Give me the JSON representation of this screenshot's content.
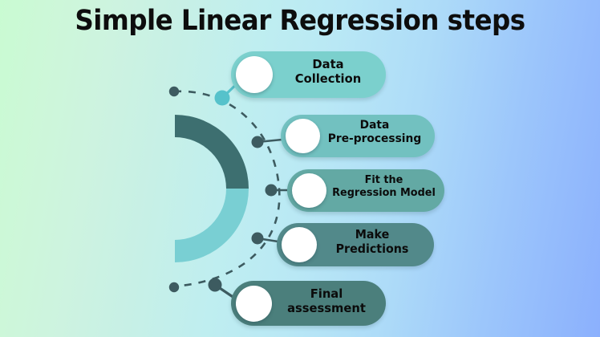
{
  "page": {
    "title": "Simple Linear Regression steps",
    "background": {
      "from": "#c9fbd2",
      "mid": "#b9e8f5",
      "to": "#8bb0fd"
    }
  },
  "diagram": {
    "type": "process-steps",
    "arc": {
      "name": "progress-arc",
      "dark_color": "#3d6f70",
      "light_color": "#79cfd3",
      "dark_portion_label": "upper-half",
      "light_portion_label": "lower-half"
    },
    "path": {
      "style": "dashed",
      "color": "#3d5b60",
      "node_color": "#3d5b60",
      "start_dot_color": "#3d5b60",
      "end_dot_color": "#3d5b60",
      "highlight_node_color": "#56c2cb"
    },
    "steps": [
      {
        "index": "1",
        "line1": "Data",
        "line2": "Collection",
        "color": "#7bd0cd",
        "bullet_color": "#ffffff"
      },
      {
        "index": "2",
        "line1": "Data",
        "line2": "Pre-processing",
        "color": "#72c1c0",
        "bullet_color": "#ffffff"
      },
      {
        "index": "3",
        "line1": "Fit the",
        "line2": "Regression Model",
        "color": "#63a9a4",
        "bullet_color": "#ffffff"
      },
      {
        "index": "4",
        "line1": "Make",
        "line2": "Predictions",
        "color": "#52898a",
        "bullet_color": "#ffffff"
      },
      {
        "index": "5",
        "line1": "Final",
        "line2": "assessment",
        "color": "#4b7f7c",
        "bullet_color": "#ffffff"
      }
    ]
  }
}
